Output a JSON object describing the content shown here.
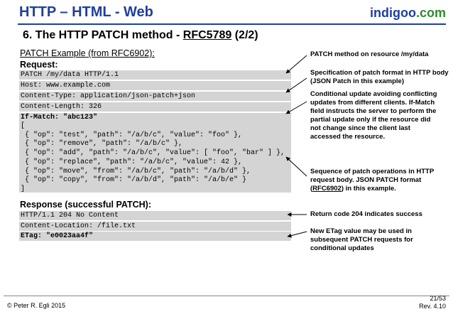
{
  "header": {
    "title": "HTTP – HTML - Web",
    "brand_main": "indigoo",
    "brand_suffix": ".com"
  },
  "slide": {
    "title_prefix": "6. The HTTP PATCH method - ",
    "title_link": "RFC5789",
    "title_suffix": " (2/2)"
  },
  "example": {
    "title": "PATCH Example (from RFC6902):",
    "request_label": "Request:",
    "request_lines": [
      "PATCH /my/data HTTP/1.1",
      "Host: www.example.com",
      "Content-Type: application/json-patch+json",
      "Content-Length: 326",
      "If-Match: \"abc123\""
    ],
    "json_lines": [
      "[",
      " { \"op\": \"test\", \"path\": \"/a/b/c\", \"value\": \"foo\" },",
      " { \"op\": \"remove\", \"path\": \"/a/b/c\" },",
      " { \"op\": \"add\", \"path\": \"/a/b/c\", \"value\": [ \"foo\", \"bar\" ] },",
      " { \"op\": \"replace\", \"path\": \"/a/b/c\", \"value\": 42 },",
      " { \"op\": \"move\", \"from\": \"/a/b/c\", \"path\": \"/a/b/d\" },",
      " { \"op\": \"copy\", \"from\": \"/a/b/d\", \"path\": \"/a/b/e\" }",
      "]"
    ],
    "response_label": "Response (successful PATCH):",
    "response_lines": [
      "HTTP/1.1 204 No Content",
      "Content-Location: /file.txt",
      "ETag: \"e0023aa4f\""
    ]
  },
  "notes": {
    "patch_method": "PATCH method on resource /my/data",
    "patch_format": "Specification of patch format in HTTP body (JSON Patch in this example)",
    "conditional": "Conditional update avoiding conflicting updates from different clients. If-Match field instructs the server to perform the partial update only if the resource did not change since the client last accessed the resource.",
    "sequence_a": "Sequence of patch operations in HTTP request body. JSON PATCH format (",
    "sequence_link": "RFC6902",
    "sequence_b": ") in this example.",
    "return_code": "Return code 204 indicates success",
    "etag": "New ETag value may be used in subsequent PATCH requests for conditional updates"
  },
  "footer": {
    "copyright": "© Peter R. Egli 2015",
    "page": "21/53",
    "rev": "Rev. 4.10"
  }
}
